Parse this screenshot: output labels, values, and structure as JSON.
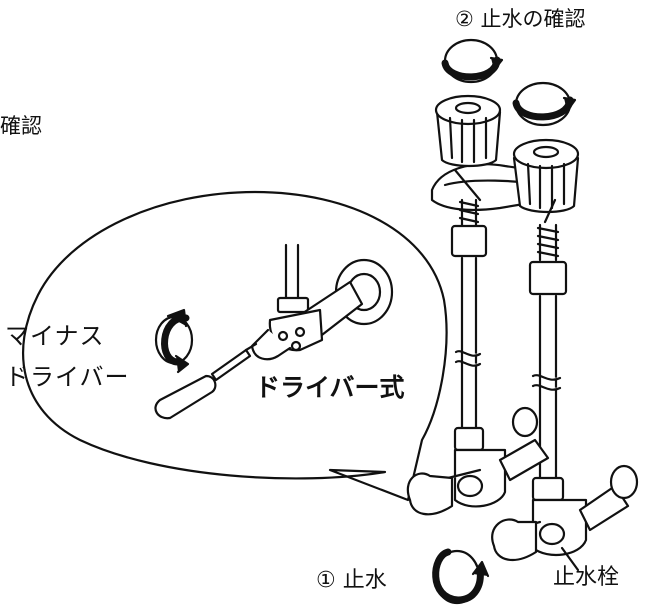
{
  "labels": {
    "step2_confirm": "② 止水の確認",
    "cut_confirm": "確認",
    "minus_line1": "マイナス",
    "minus_line2": "ドライバー",
    "driver_type": "ドライバー式",
    "step1_stop": "① 止水",
    "stopcock": "止水栓"
  },
  "icons": [
    "rotate-arrow-icon",
    "screwdriver-icon",
    "faucet-icon",
    "valve-icon"
  ],
  "colors": {
    "line": "#111111",
    "fill": "#ffffff"
  }
}
